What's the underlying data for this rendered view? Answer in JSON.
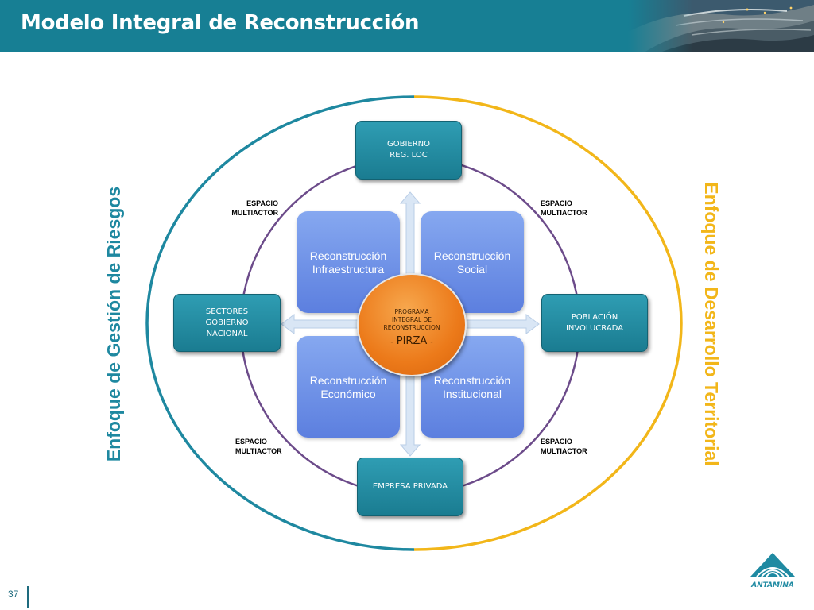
{
  "header": {
    "title": "Modelo Integral de Reconstrucción"
  },
  "side_labels": {
    "left": "Enfoque de Gestión de Riesgos",
    "right": "Enfoque de Desarrollo Territorial"
  },
  "external_boxes": {
    "top": [
      "GOBIERNO",
      "REG. LOC"
    ],
    "left": [
      "SECTORES",
      "GOBIERNO",
      "NACIONAL"
    ],
    "right": [
      "POBLACIÓN",
      "INVOLUCRADA"
    ],
    "bottom": [
      "EMPRESA PRIVADA"
    ]
  },
  "quadrants": {
    "top_left": [
      "Reconstrucción",
      "Infraestructura"
    ],
    "top_right": [
      "Reconstrucción",
      "Social"
    ],
    "bottom_left": [
      "Reconstrucción",
      "Económico"
    ],
    "bottom_right": [
      "Reconstrucción",
      "Institucional"
    ]
  },
  "center": {
    "lines": [
      "PROGRAMA",
      "INTEGRAL DE",
      "RECONSTRUCCION"
    ],
    "dash_left": "-",
    "acronym": "PIRZA",
    "dash_right": "-"
  },
  "espacio_labels": {
    "tl": [
      "ESPACIO",
      "MULTIACTOR"
    ],
    "tr": [
      "ESPACIO",
      "MULTIACTOR"
    ],
    "bl": [
      "ESPACIO",
      "MULTIACTOR"
    ],
    "br": [
      "ESPACIO",
      "MULTIACTOR"
    ]
  },
  "footer": {
    "page_number": "37",
    "logo_text": "ANTAMINA"
  },
  "colors": {
    "header": "#177f94",
    "teal": "#1e88a0",
    "yellow": "#f2b619",
    "purple": "#6c4b8a",
    "quadrant": "#6a8ee6",
    "center": "#ec7a1a"
  },
  "icons": {
    "header_photo": "mine-landscape-photo",
    "logo": "antamina-logo"
  }
}
